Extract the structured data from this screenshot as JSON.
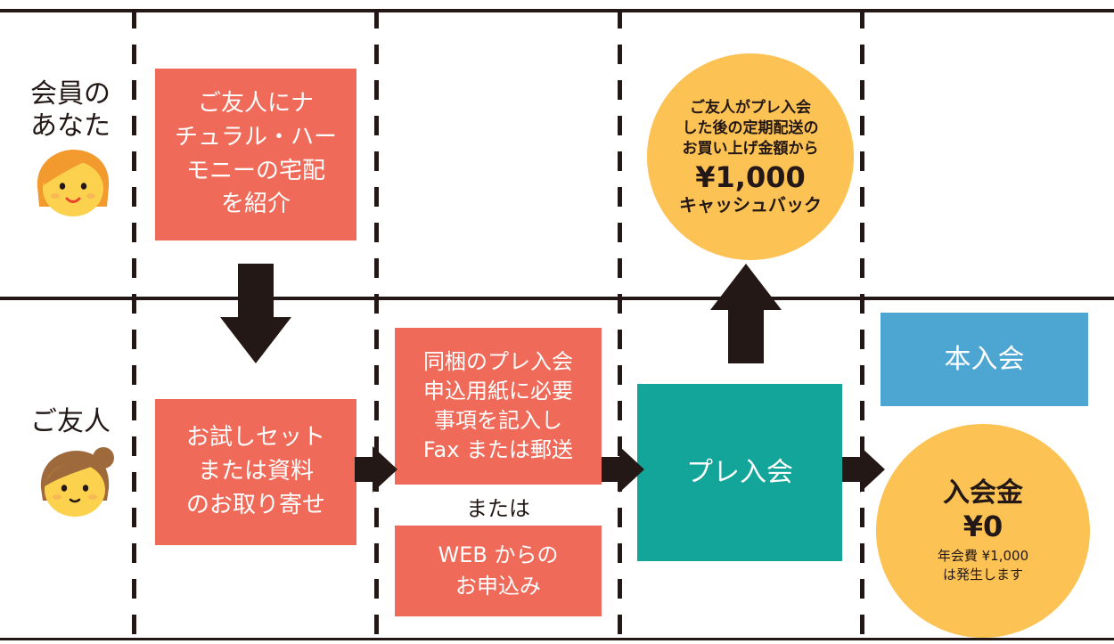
{
  "rows": {
    "member_label": "会員の\nあなた",
    "friend_label": "ご友人"
  },
  "steps": {
    "introduce": "ご友人にナ\nチュラル・ハー\nモニーの宅配\nを紹介",
    "request_sample": "お試しセット\nまたは資料\nのお取り寄せ",
    "mail_apply": "同梱のプレ入会\n申込用紙に必要\n事項を記入し\nFax または郵送",
    "or_label": "または",
    "web_apply": "WEB からの\nお申込み",
    "pre_join": "プレ入会",
    "full_join": "本入会"
  },
  "cashback": {
    "description": "ご友人がプレ入会\nした後の定期配送の\nお買い上げ金額から",
    "amount": "¥1,000",
    "label": "キャッシュバック"
  },
  "fee": {
    "title": "入会金",
    "amount": "¥0",
    "note": "年会費 ¥1,000\nは発生します"
  },
  "icons": {
    "member_face": "woman-face-icon",
    "friend_face": "woman-bun-face-icon",
    "arrow_down": "arrow-down-icon",
    "arrow_right": "arrow-right-icon",
    "arrow_up": "arrow-up-icon"
  },
  "colors": {
    "coral": "#ef6a58",
    "teal": "#13a59a",
    "blue": "#4da6d1",
    "yellow": "#fcc254",
    "dark": "#231815"
  }
}
